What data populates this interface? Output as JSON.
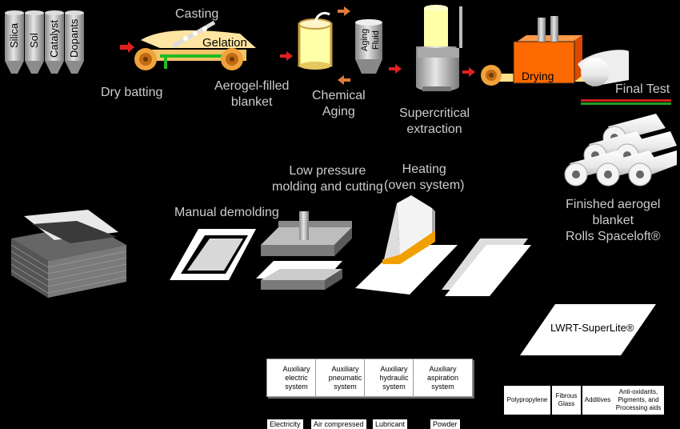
{
  "colors": {
    "background": "#000000",
    "label": "#cccccc",
    "arrow_red": "#e02020",
    "arrow_orange": "#e07a3a",
    "drying": "#ff6a00",
    "batting": "#f5c46b",
    "blanket": "#ffe08a",
    "chamber": "#ffffa8",
    "test_red": "#d02020",
    "test_green": "#22a022"
  },
  "silos": [
    "Silica",
    "Sol",
    "Catalyst",
    "Dopants"
  ],
  "steps": {
    "casting": "Casting",
    "gelation": "Gelation",
    "dry_batting": "Dry batting",
    "aerogel_filled_1": "Aerogel-filled",
    "aerogel_filled_2": "blanket",
    "aging_fluid": [
      "Aging",
      "Fluid"
    ],
    "chemical_aging_1": "Chemical",
    "chemical_aging_2": "Aging",
    "supercritical_1": "Supercritical",
    "supercritical_2": "extraction",
    "drying": "Drying",
    "final_test": "Final Test",
    "finished_1": "Finished aerogel",
    "finished_2": "blanket",
    "finished_3": "Rolls Spaceloft®",
    "manual_demolding": "Manual demolding",
    "low_pressure_1": "Low pressure",
    "low_pressure_2": "molding and cutting",
    "heating_1": "Heating",
    "heating_2": "(oven system)",
    "lwrt": "LWRT-SuperLite®"
  },
  "auxiliary": [
    "Auxiliary\nelectric\nsystem",
    "Auxiliary\npneumatic\nsystem",
    "Auxiliary\nhydraulic\nsystem",
    "Auxiliary\naspiration\nsystem"
  ],
  "inputs": [
    "Electricity",
    "Air compressed",
    "Lubricant",
    "Powder"
  ],
  "components": [
    "Polypropylene",
    "Fibrous\nGlass",
    "Additives",
    "Anti-oxidants,\nPigments, and\nProcessing aids"
  ]
}
